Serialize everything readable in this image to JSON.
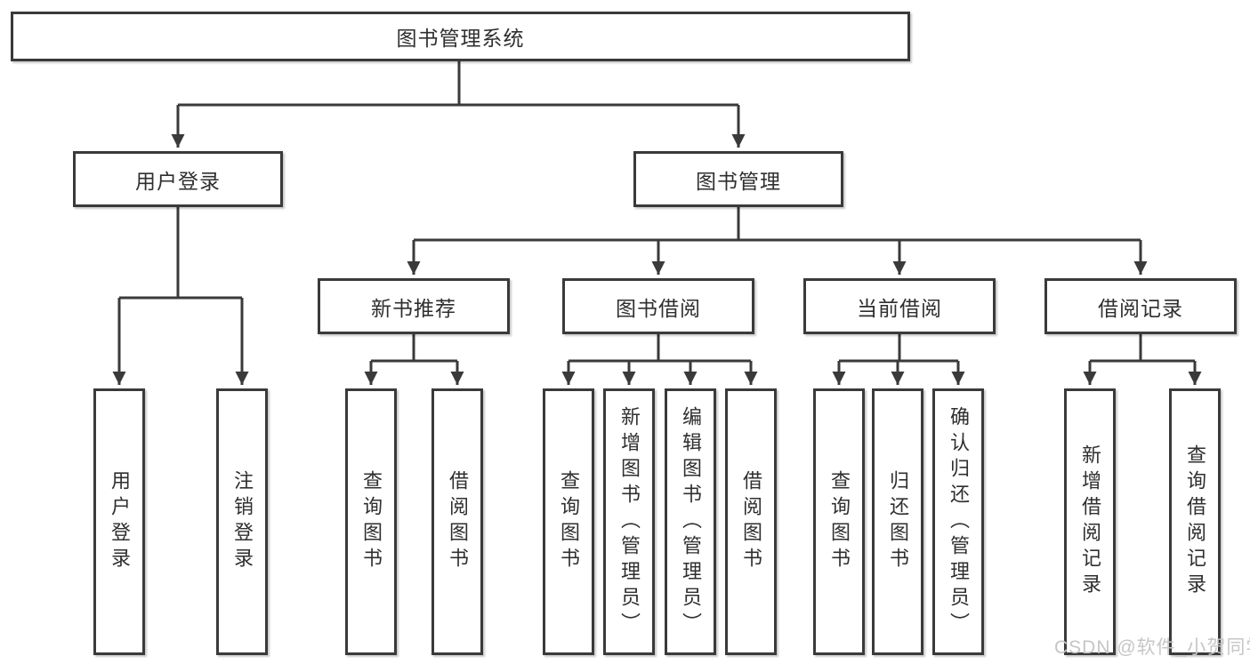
{
  "diagram_type": "hierarchy-tree",
  "tree": {
    "label": "图书管理系统",
    "children": [
      {
        "label": "用户登录",
        "children": [
          {
            "label": "用户登录"
          },
          {
            "label": "注销登录"
          }
        ]
      },
      {
        "label": "图书管理",
        "children": [
          {
            "label": "新书推荐",
            "children": [
              {
                "label": "查询图书"
              },
              {
                "label": "借阅图书"
              }
            ]
          },
          {
            "label": "图书借阅",
            "children": [
              {
                "label": "查询图书"
              },
              {
                "label": "新增图书（管理员）"
              },
              {
                "label": "编辑图书（管理员）"
              },
              {
                "label": "借阅图书"
              }
            ]
          },
          {
            "label": "当前借阅",
            "children": [
              {
                "label": "查询图书"
              },
              {
                "label": "归还图书"
              },
              {
                "label": "确认归还（管理员）"
              }
            ]
          },
          {
            "label": "借阅记录",
            "children": [
              {
                "label": "新增借阅记录"
              },
              {
                "label": "查询借阅记录"
              }
            ]
          }
        ]
      }
    ]
  },
  "watermark": {
    "text": "CSDN @软件_小贺同学"
  },
  "colors": {
    "line": "#3a3a3a",
    "text": "#2f2f2f",
    "box_background": "#ffffff",
    "watermark": "#c6c6c6",
    "background": "#ffffff"
  }
}
